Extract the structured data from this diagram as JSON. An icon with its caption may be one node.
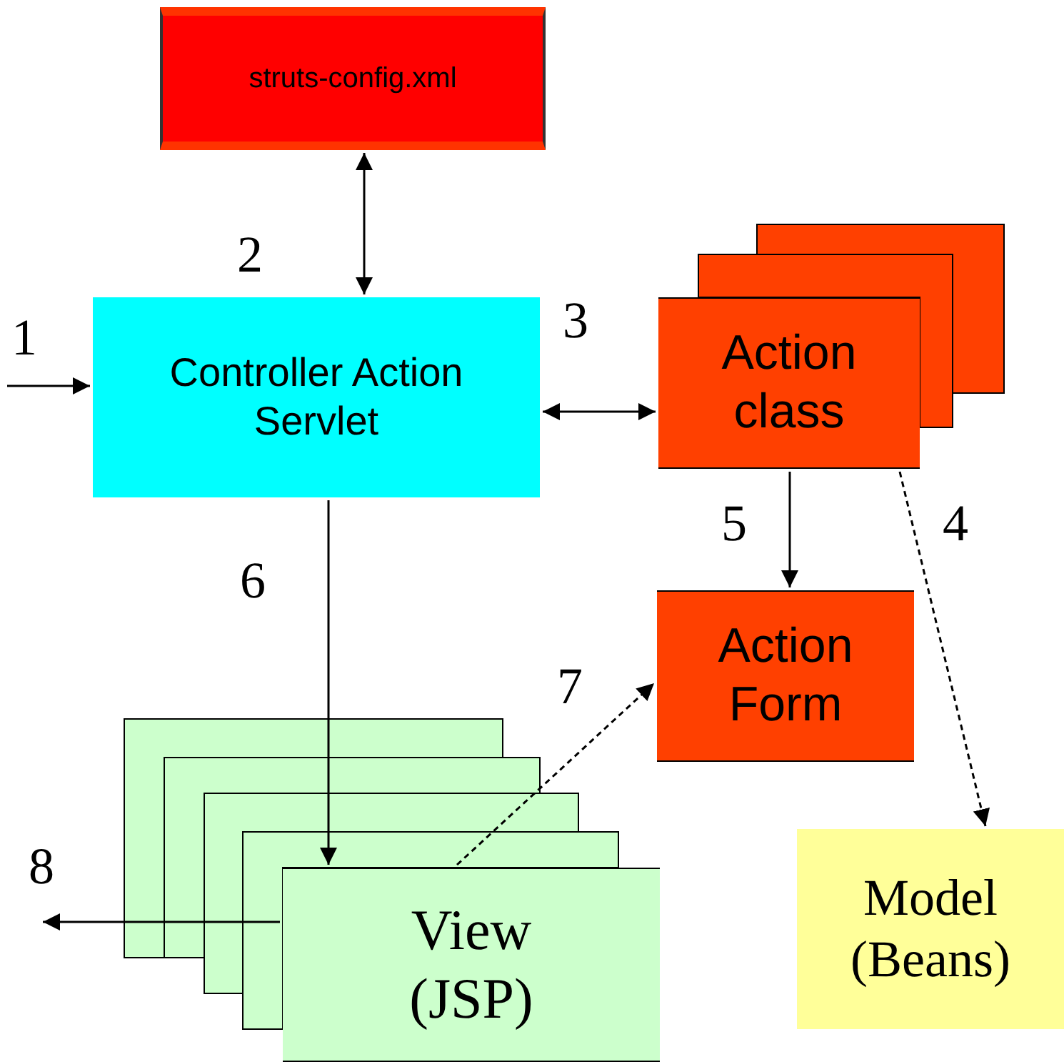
{
  "diagram": {
    "nodes": [
      {
        "text": [
          "struts-config.xml"
        ]
      },
      {
        "text": [
          "Controller Action Servlet"
        ]
      },
      {
        "text": [
          "Action class"
        ]
      },
      {
        "text": [
          "Action Form"
        ]
      },
      {
        "text": [
          "View (JSP)"
        ]
      },
      {
        "text": [
          "Model (Beans)"
        ]
      }
    ],
    "edges": [
      {
        "from": null,
        "to": 1,
        "arrow": "to",
        "label": "1"
      },
      {
        "from": 0,
        "to": 1,
        "arrow": "both",
        "label": "2"
      },
      {
        "from": 2,
        "to": 1,
        "arrow": "both",
        "label": "3"
      },
      {
        "from": 2,
        "to": 5,
        "arrow": "to",
        "label": "4",
        "style": "dashed"
      },
      {
        "from": 2,
        "to": 3,
        "arrow": "to",
        "label": "5"
      },
      {
        "from": 1,
        "to": 4,
        "arrow": "to",
        "label": "6"
      },
      {
        "from": 4,
        "to": 3,
        "arrow": "to",
        "label": "7",
        "style": "dashed"
      },
      {
        "from": 4,
        "to": null,
        "arrow": "to",
        "label": "8"
      }
    ]
  }
}
